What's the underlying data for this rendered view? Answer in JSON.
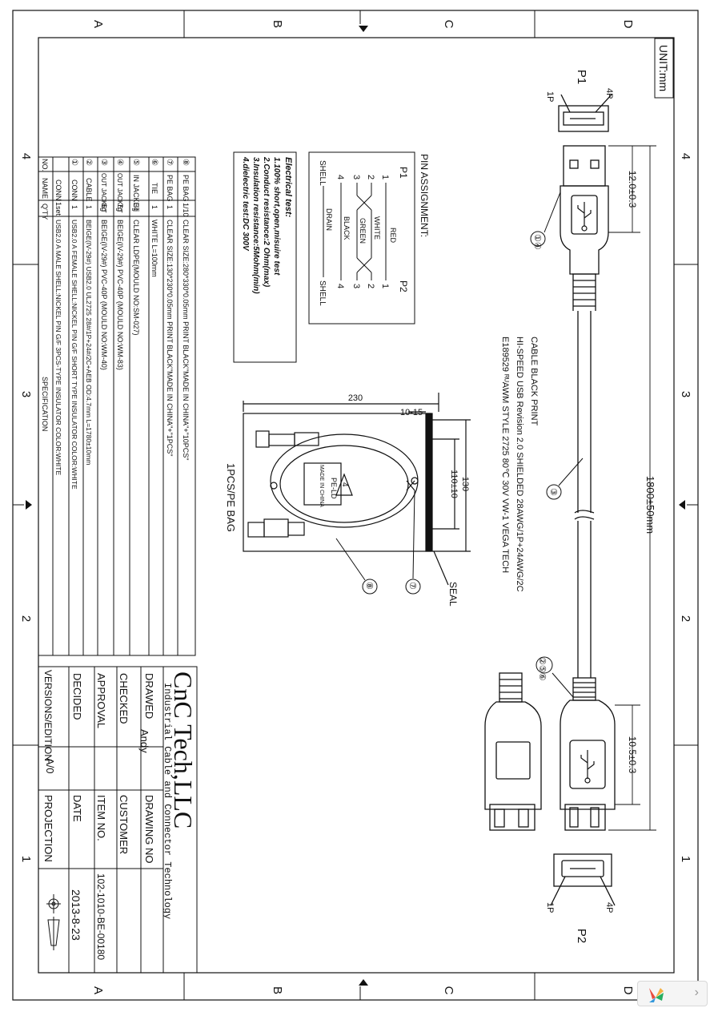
{
  "border": {
    "letters": [
      "A",
      "B",
      "C",
      "D"
    ],
    "numbers": [
      "4",
      "3",
      "2",
      "1"
    ]
  },
  "unit": "UNIT:mm",
  "connectors": {
    "p1_label": "P1",
    "p1_pin_first": "1P",
    "p1_pin_last": "4P",
    "p2_label": "P2",
    "p2_pin_first": "1P",
    "p2_pin_last": "4P"
  },
  "dimensions": {
    "p1_length": "12.0±0.3",
    "p2_length": "10.5±0.3",
    "cable_length": "1800±50mm",
    "bag_width": "230",
    "bag_height": "130",
    "seal_offset": "10-15",
    "seal_length": "110±10"
  },
  "callouts": [
    "①④",
    "③",
    "②⑤⑥",
    "⑦",
    "⑧"
  ],
  "cable_print": {
    "title": "CABLE BLACK PRINT",
    "line1": "HI-SPEED USB Revision 2.0 SHIELDED 28AWG/1P+24AWG/2C",
    "line2": "E189529 ᴿᵁAWM  STYLE 2725 80℃  30V VW-1 VEGA TECH"
  },
  "pin_assignment": {
    "title": "PIN ASSIGNMENT:",
    "p1": "P1",
    "p2": "P2",
    "wires": [
      "RED",
      "WHITE",
      "GREEN",
      "BLACK",
      "DRAIN"
    ],
    "pins_left": [
      "1",
      "2",
      "3",
      "4"
    ],
    "pins_right": [
      "1",
      "2",
      "3",
      "4"
    ],
    "shell_left": "SHELL",
    "shell_right": "SHELL"
  },
  "electrical_test": {
    "title": "Electrical test:",
    "items": [
      "1.100% short,open,misuire test",
      "2.Conduct resistance:2 Ohm(max)",
      "3.Insulation resistance:5Mohm(min)",
      "4.dielectric test:DC 300V"
    ]
  },
  "bag": {
    "caption": "1PCS/PE BAG",
    "seal_label": "SEAL",
    "logo_text": "PE-LD",
    "logo_number": "4",
    "made_in": "MADE IN CHINA"
  },
  "spec_table": {
    "header": [
      "NO.",
      "NAME",
      "Q'TY",
      "SPECIFICATION"
    ],
    "rows": [
      {
        "no": "⑧",
        "name": "PE BAG",
        "qty": "1/10",
        "spec": "CLEAR SIZE:280*330*0.05mm PRINT BLACK\"MADE IN CHINA\"+\"10PCS\""
      },
      {
        "no": "⑦",
        "name": "PE BAG",
        "qty": "1",
        "spec": "CLEAR SIZE:130*230*0.05mm PRINT BLACK\"MADE IN CHINA\"+\"1PCS\""
      },
      {
        "no": "⑥",
        "name": "TIE",
        "qty": "1",
        "spec": "WHITE L=100mm"
      },
      {
        "no": "⑤",
        "name": "IN JACKET",
        "qty": "3g",
        "spec": "CLEAR LDPE(MOULD NO:SM-027)"
      },
      {
        "no": "④",
        "name": "OUT JACKET",
        "qty": "7g",
        "spec": "BEIGE(IV-29#) PVC-40P (MOULD NO:WM-83)"
      },
      {
        "no": "③",
        "name": "OUT JACKET",
        "qty": "6g",
        "spec": "BEIGE(IV-29#) PVC-40P (MOULD NO:WM-40)"
      },
      {
        "no": "②",
        "name": "CABLE",
        "qty": "1",
        "spec": "BEIGE(IV-29#) USB2.0 UL2725 28#/1P+24#/2C+AEB OD:4.7mm L=1780±10mm"
      },
      {
        "no": "①",
        "name": "CONN",
        "qty": "1",
        "spec": "USB2.0 A FEMALE SHELL:NICKEL PIN G/F SHORT TYPE INSULATOR COLOR:WHITE"
      },
      {
        "no": "",
        "name": "CONN",
        "qty": "1set",
        "spec": "USB2.0 A MALE SHELL:NICKEL PIN G/F 3PCS-TYPE INSULATOR COLOR:WHITE"
      }
    ]
  },
  "title_block": {
    "company": "CnC Tech,LLC",
    "tagline": "Industrial Cable and Connector Technology",
    "drawed_label": "DRAWED",
    "drawed_value": "Andy",
    "checked_label": "CHECKED",
    "approval_label": "APPROVAL",
    "decided_label": "DECIDED",
    "version_label": "VERSIONS/EDITION",
    "version_value": "A/0",
    "drawing_no_label": "DRAWING NO",
    "customer_label": "CUSTOMER",
    "item_no_label": "ITEM NO.",
    "item_no_value": "102-1010-BE-00180",
    "date_label": "DATE",
    "date_value": "2013-8-23",
    "projection_label": "PROJECTION"
  }
}
